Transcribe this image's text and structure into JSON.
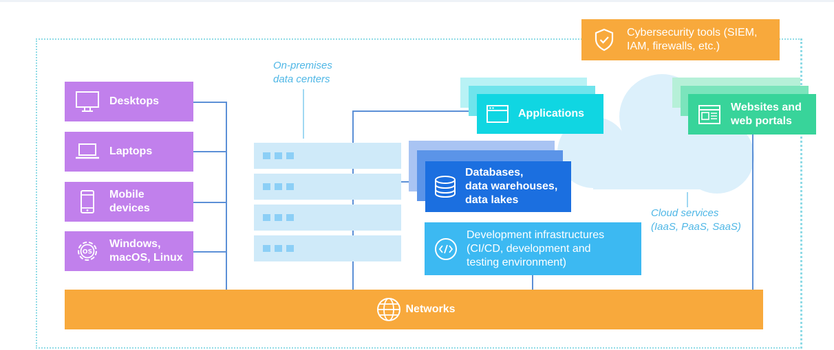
{
  "cybersecurity": {
    "line1": "Cybersecurity tools (SIEM,",
    "line2": "IAM, firewalls, etc.)",
    "icon": "shield-check-icon"
  },
  "on_premises": {
    "line1": "On-premises",
    "line2": "data centers"
  },
  "devices": [
    {
      "label": "Desktops",
      "icon": "desktop-monitor-icon"
    },
    {
      "label": "Laptops",
      "icon": "laptop-icon"
    },
    {
      "label1": "Mobile",
      "label2": "devices",
      "icon": "mobile-phone-icon"
    },
    {
      "label1": "Windows,",
      "label2": "macOS, Linux",
      "icon": "os-gear-icon"
    }
  ],
  "applications": {
    "label": "Applications",
    "icon": "app-window-icon"
  },
  "websites": {
    "line1": "Websites and",
    "line2": "web portals",
    "icon": "web-page-icon"
  },
  "databases": {
    "line1": "Databases,",
    "line2": "data warehouses,",
    "line3": "data lakes",
    "icon": "database-icon"
  },
  "cloud": {
    "line1": "Cloud services",
    "line2": "(IaaS, PaaS, SaaS)"
  },
  "devinfra": {
    "line1": "Development infrastructures",
    "line2": "(CI/CD, development and",
    "line3": "testing environment)",
    "icon": "code-icon"
  },
  "networks": {
    "label": "Networks",
    "icon": "globe-icon"
  },
  "colors": {
    "purple": "#c180ec",
    "orange": "#f8a93c",
    "cyan": "#10d6e2",
    "green": "#38d49a",
    "blue": "#1b6fe0",
    "sky": "#3cb9f2",
    "connector": "#5b8fd6"
  }
}
